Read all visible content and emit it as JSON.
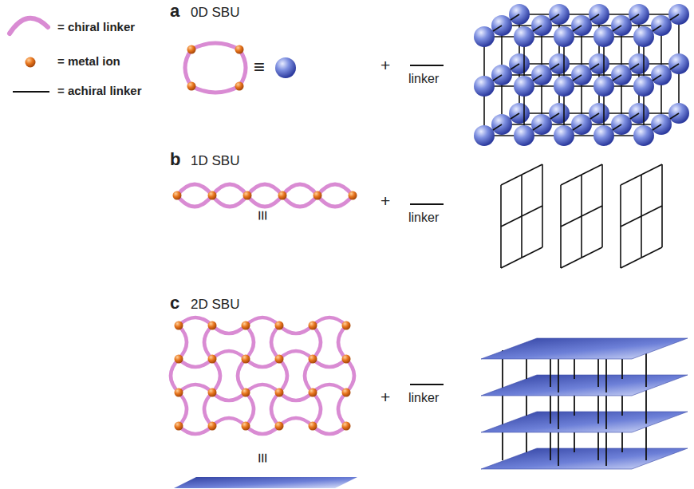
{
  "diagram": {
    "labels": [
      "a",
      "0D SBU",
      "b",
      "1D SBU",
      "c",
      "2D SBU",
      "+",
      "linker",
      "+",
      "linker",
      "+",
      "linker",
      "≡",
      "≡",
      "≡"
    ],
    "legend": [
      {
        "text": "= chiral linker"
      },
      {
        "text": "= metal ion"
      },
      {
        "text": "= achiral linker"
      }
    ]
  }
}
